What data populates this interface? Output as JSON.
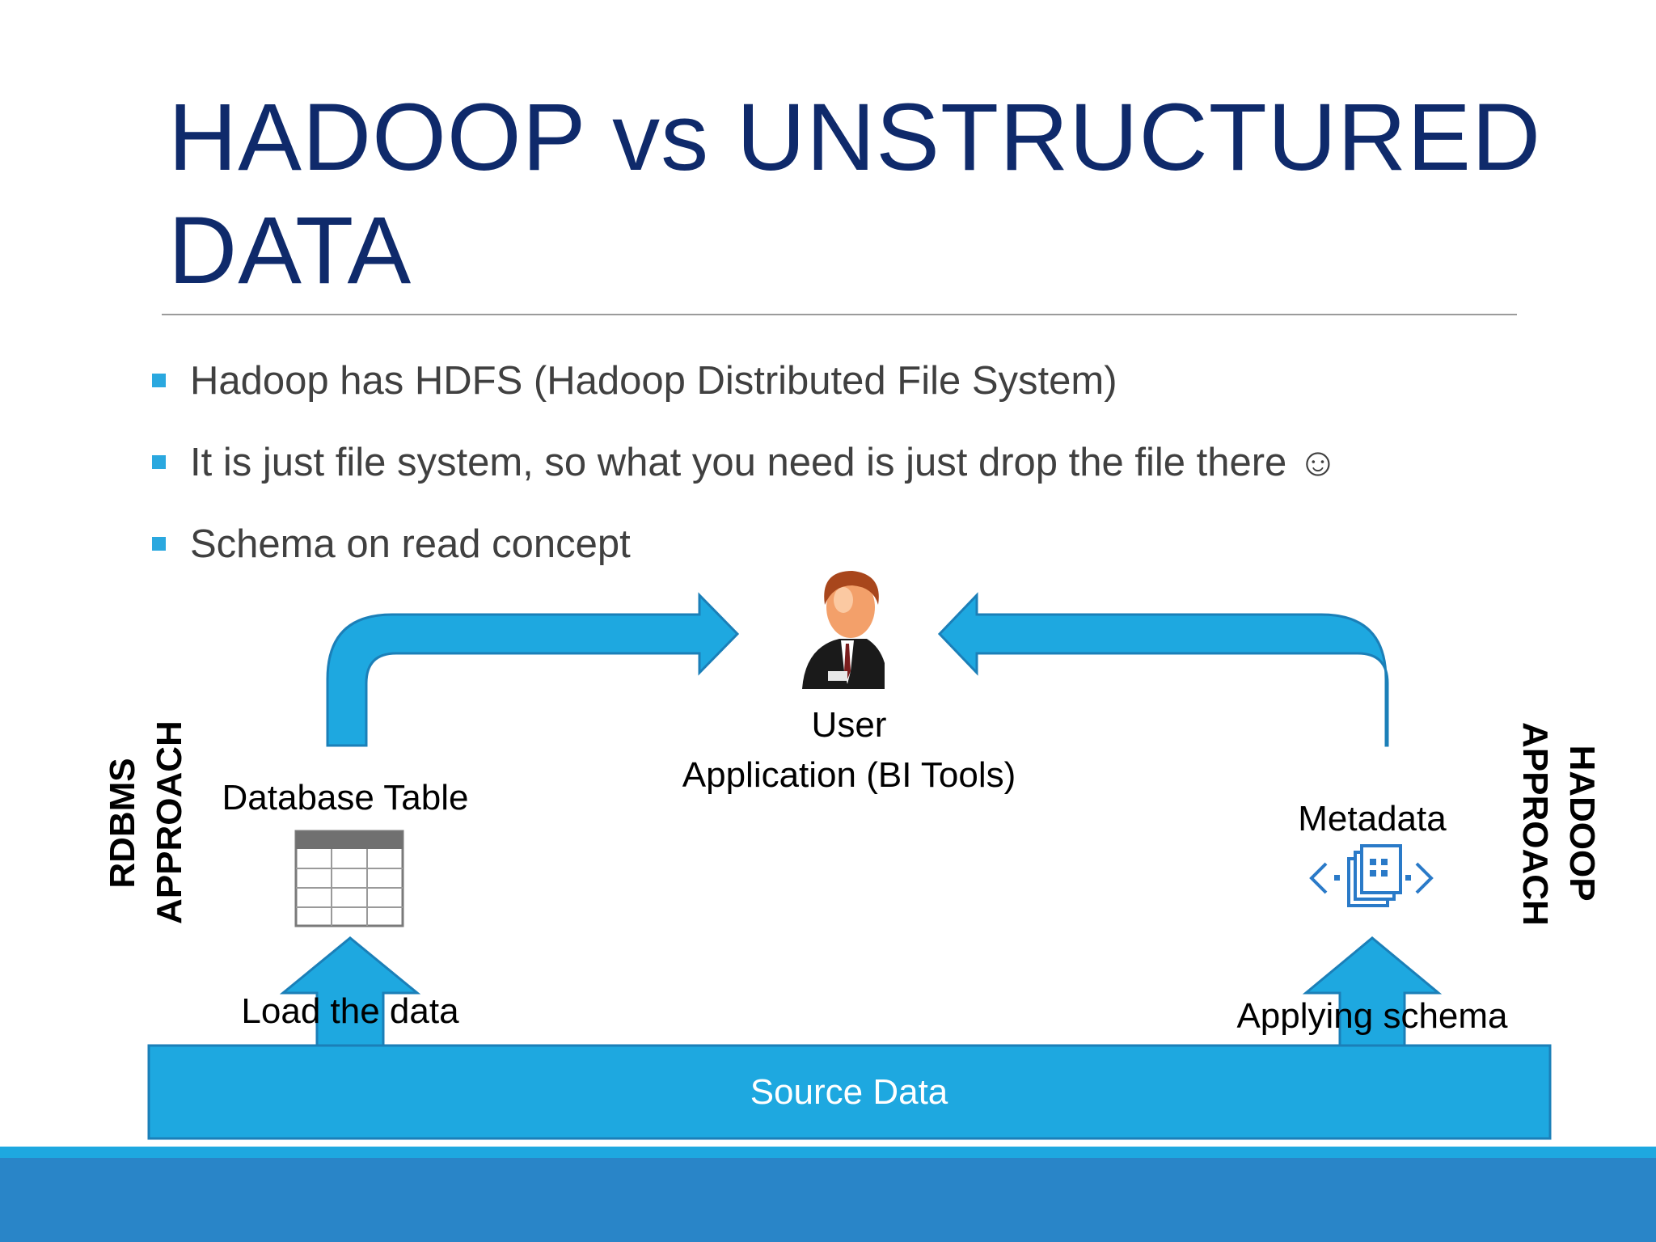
{
  "slide": {
    "title_line1": "HADOOP vs UNSTRUCTURED",
    "title_line2": "DATA",
    "bullets": [
      "Hadoop has HDFS (Hadoop Distributed File System)",
      "It is just file system, so what you need is just drop the file there ☺",
      "Schema on read concept"
    ]
  },
  "diagram": {
    "user_label": "User",
    "app_label": "Application (BI Tools)",
    "db_table_label": "Database Table",
    "metadata_label": "Metadata",
    "load_label": "Load the data",
    "schema_label": "Applying schema",
    "source_label": "Source Data",
    "rdbms_line1": "RDBMS",
    "rdbms_line2": "APPROACH",
    "hadoop_line1": "HADOOP",
    "hadoop_line2": "APPROACH"
  },
  "colors": {
    "arrow_fill": "#1ea8e0",
    "arrow_stroke": "#1b7fb8",
    "title": "#0f2a6b",
    "bullet_marker": "#2aa8df",
    "footer_band": "#2985c8"
  },
  "icons": {
    "user": "person-user-icon",
    "table": "database-table-icon",
    "metadata": "metadata-icon"
  }
}
